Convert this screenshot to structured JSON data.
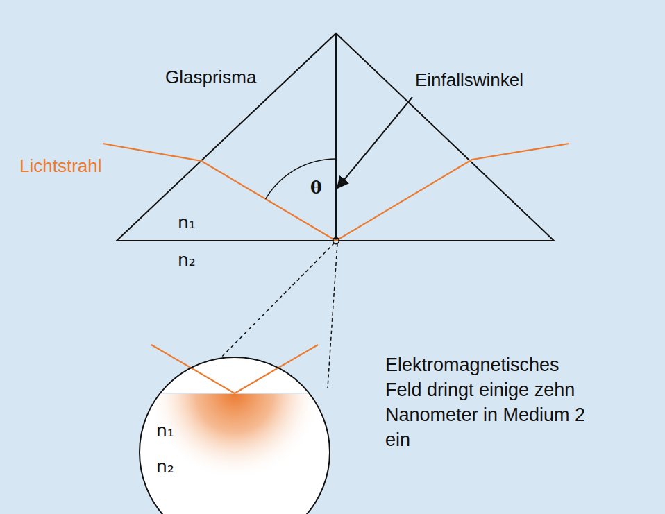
{
  "diagram": {
    "labels": [
      "Glasprisma",
      "Einfallswinkel",
      "Lichtstrahl",
      "θ",
      "n₁",
      "n₂",
      "n₁",
      "n₂",
      "Elektromagnetisches Feld dringt einige zehn Nanometer in Medium 2 ein"
    ]
  }
}
